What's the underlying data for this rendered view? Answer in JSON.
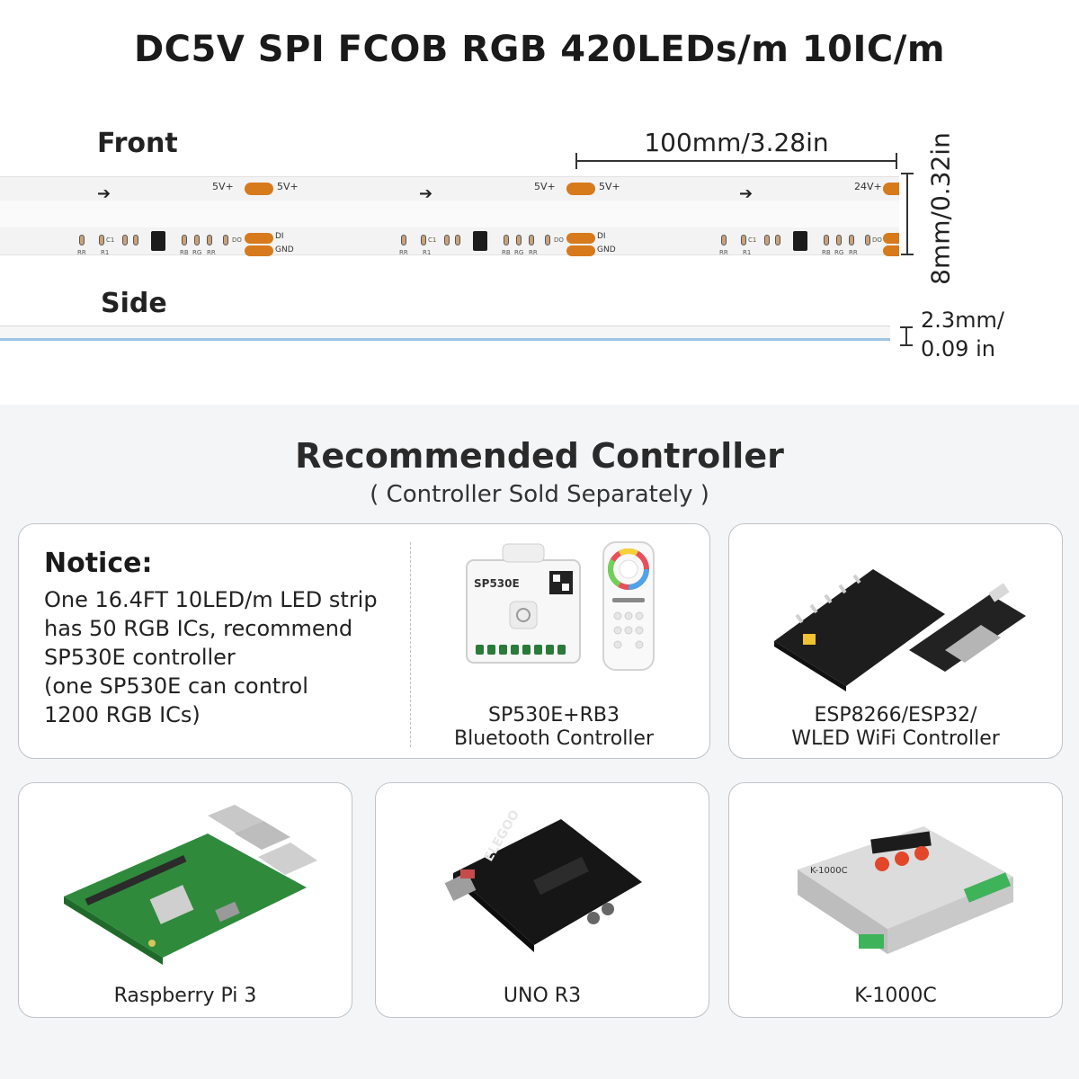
{
  "title": "DC5V SPI FCOB RGB 420LEDs/m 10IC/m",
  "diagram": {
    "front_label": "Front",
    "side_label": "Side",
    "length_label": "100mm/3.28in",
    "width_label": "8mm/0.32in",
    "thickness_line1": "2.3mm/",
    "thickness_line2": "0.09 in",
    "pad_label_5v": "5V+",
    "pad_label_24v": "24V+",
    "pin_di": "DI",
    "pin_gnd": "GND",
    "component_labels": [
      "RR",
      "C1",
      "R1",
      "RB",
      "RG",
      "RR",
      "DO"
    ]
  },
  "controllers": {
    "title": "Recommended Controller",
    "subtitle": "( Controller Sold Separately )",
    "notice": {
      "title": "Notice:",
      "lines": [
        "One 16.4FT   10LED/m LED strip",
        "has   50 RGB ICs,  recommend",
        "SP530E controller",
        "(one SP530E can control",
        "1200 RGB ICs)"
      ]
    },
    "sp530e": {
      "label_line1": "SP530E+RB3",
      "label_line2": "Bluetooth Controller",
      "device_text": "SP530E"
    },
    "esp": {
      "label_line1": "ESP8266/ESP32/",
      "label_line2": "WLED WiFi Controller"
    },
    "rpi": {
      "label": "Raspberry Pi 3"
    },
    "uno": {
      "label": "UNO R3",
      "brand": "ELEGOO"
    },
    "k1000c": {
      "label": "K-1000C",
      "device_text": "K-1000C"
    }
  },
  "colors": {
    "pad": "#d77a1c",
    "strip": "#f3f3f3",
    "side_edge": "#9fc4e6",
    "section_bg": "#f4f5f7",
    "card_border": "#bfc3c8"
  }
}
